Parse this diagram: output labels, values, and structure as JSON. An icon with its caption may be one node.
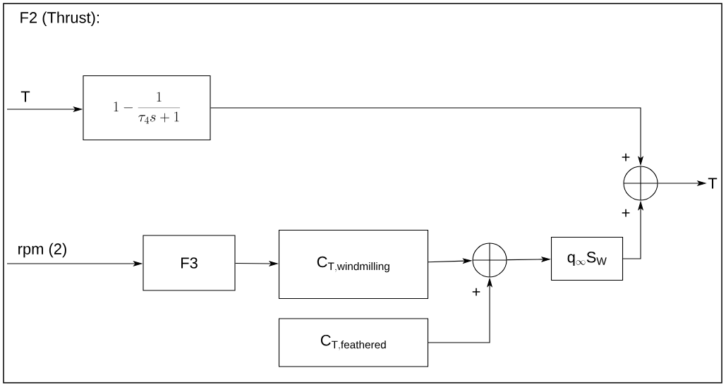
{
  "diagram": {
    "title": "F2 (Thrust):",
    "nodes": [
      {
        "text": [
          "1 - \\frac{1}{\\tau_4 s + 1}"
        ]
      },
      {
        "text": [
          "F3"
        ]
      },
      {
        "text": [
          "\\mathrm{C}_{\\mathrm{T,windmilling}}"
        ]
      },
      {
        "text": [
          "\\mathrm{C}_{\\mathrm{T,feathered}}"
        ]
      },
      {
        "text": [],
        "shape": "circle",
        "beside": [
          "+"
        ]
      },
      {
        "text": [
          "\\mathrm{q}_{\\infty}\\mathrm{S}_{\\mathrm{W}}"
        ]
      },
      {
        "text": [],
        "shape": "circle",
        "beside": [
          "+",
          "+"
        ]
      },
      {
        "text": [
          "T"
        ]
      }
    ],
    "edges": [
      {
        "from": null,
        "to": 0,
        "arrow": "to",
        "label": "T"
      },
      {
        "from": null,
        "to": 1,
        "arrow": "to",
        "label": "rpm (2)"
      },
      {
        "from": 1,
        "to": 2,
        "arrow": "to"
      },
      {
        "from": 2,
        "to": 4,
        "arrow": "to"
      },
      {
        "from": 3,
        "to": 4,
        "arrow": "to"
      },
      {
        "from": 4,
        "to": 5,
        "arrow": "to"
      },
      {
        "from": 5,
        "to": 6,
        "arrow": "to"
      },
      {
        "from": 0,
        "to": 6,
        "arrow": "to"
      },
      {
        "from": 6,
        "to": 7,
        "arrow": "to"
      }
    ]
  }
}
